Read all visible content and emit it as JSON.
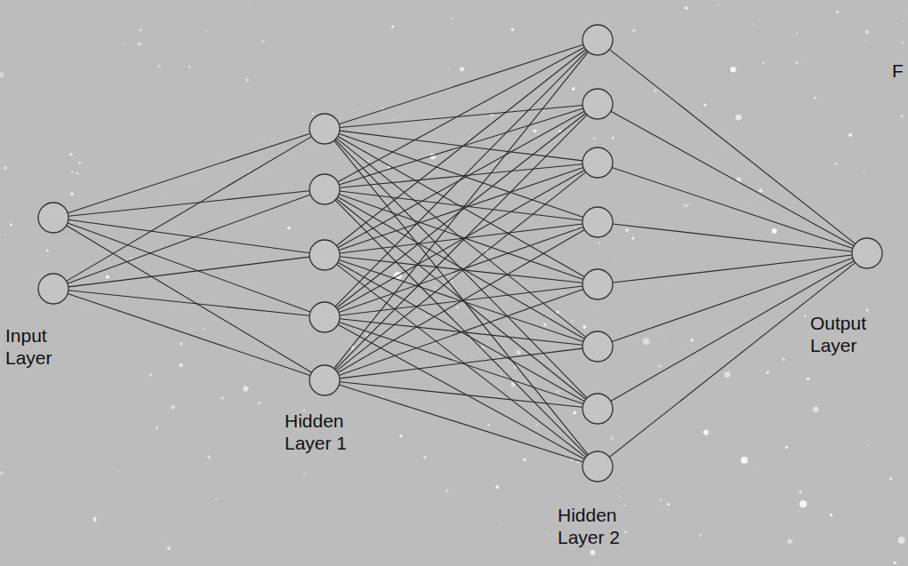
{
  "diagram": {
    "labels": [
      "F",
      "Input Layer",
      "Hidden Layer 1",
      "Hidden Layer 2",
      "Output Layer"
    ]
  }
}
